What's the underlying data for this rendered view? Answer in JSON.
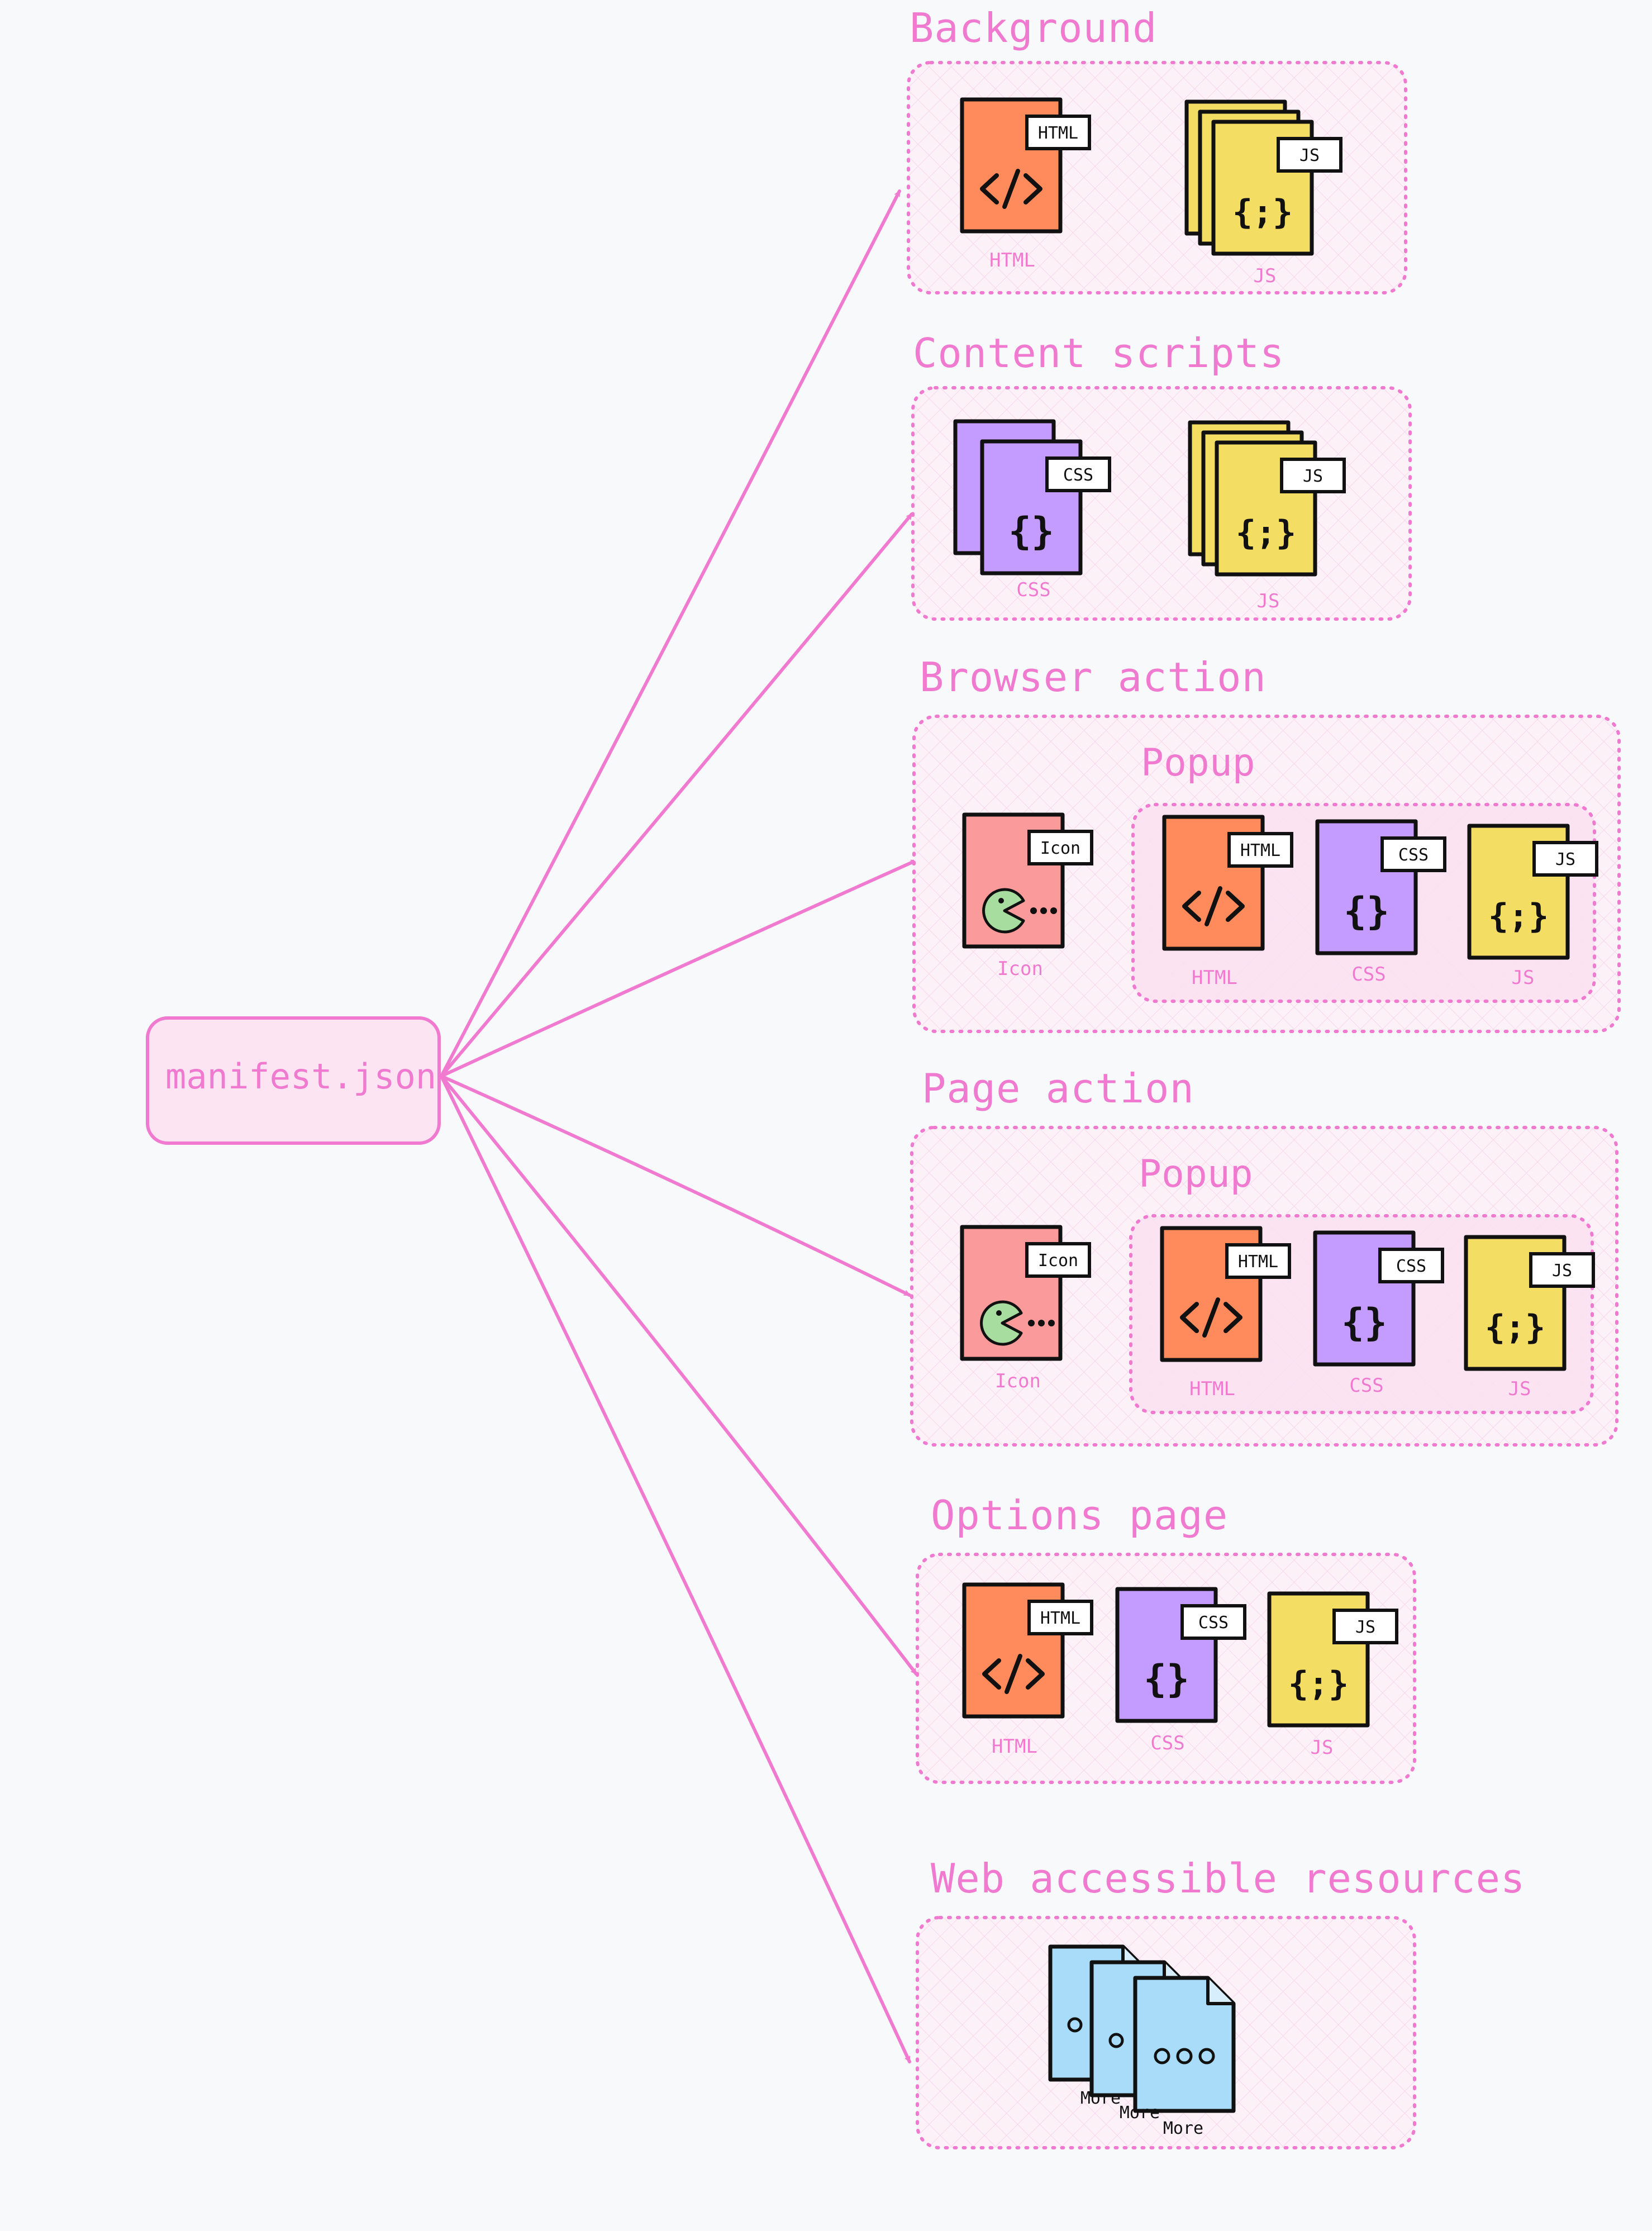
{
  "root": {
    "label": "manifest.json"
  },
  "colors": {
    "accent": "#f07ad0",
    "html_file": "#ff8a5c",
    "css_file": "#c49cff",
    "js_file": "#f3dd62",
    "icon_file": "#fa9a9a",
    "resource_file": "#a8dcf8",
    "pacman": "#a8dda0"
  },
  "sections": [
    {
      "title": "Background",
      "files": [
        {
          "kind": "html",
          "tag": "HTML",
          "caption": "HTML",
          "stacked": false
        },
        {
          "kind": "js",
          "tag": "JS",
          "caption": "JS",
          "stacked": true
        }
      ]
    },
    {
      "title": "Content scripts",
      "files": [
        {
          "kind": "css",
          "tag": "CSS",
          "caption": "CSS",
          "stacked": true
        },
        {
          "kind": "js",
          "tag": "JS",
          "caption": "JS",
          "stacked": true
        }
      ]
    },
    {
      "title": "Browser action",
      "icon": {
        "tag": "Icon",
        "caption": "Icon"
      },
      "popup": {
        "title": "Popup",
        "files": [
          {
            "kind": "html",
            "tag": "HTML",
            "caption": "HTML"
          },
          {
            "kind": "css",
            "tag": "CSS",
            "caption": "CSS"
          },
          {
            "kind": "js",
            "tag": "JS",
            "caption": "JS"
          }
        ]
      }
    },
    {
      "title": "Page action",
      "icon": {
        "tag": "Icon",
        "caption": "Icon"
      },
      "popup": {
        "title": "Popup",
        "files": [
          {
            "kind": "html",
            "tag": "HTML",
            "caption": "HTML"
          },
          {
            "kind": "css",
            "tag": "CSS",
            "caption": "CSS"
          },
          {
            "kind": "js",
            "tag": "JS",
            "caption": "JS"
          }
        ]
      }
    },
    {
      "title": "Options page",
      "files": [
        {
          "kind": "html",
          "tag": "HTML",
          "caption": "HTML"
        },
        {
          "kind": "css",
          "tag": "CSS",
          "caption": "CSS"
        },
        {
          "kind": "js",
          "tag": "JS",
          "caption": "JS"
        }
      ]
    },
    {
      "title": "Web accessible resources",
      "resources": [
        "More",
        "More",
        "More"
      ]
    }
  ]
}
